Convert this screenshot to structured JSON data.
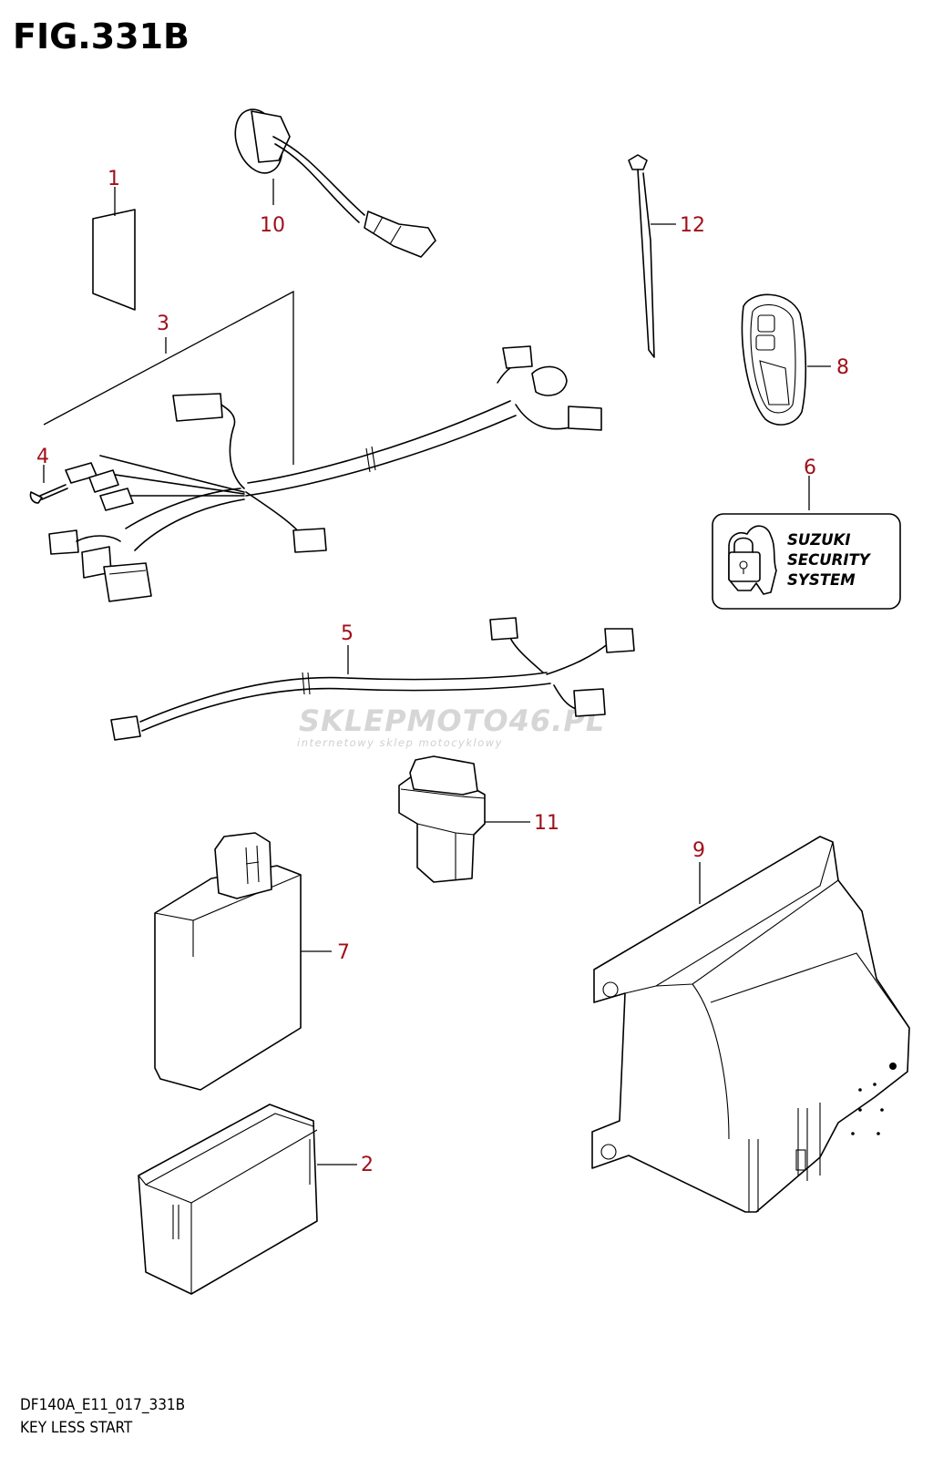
{
  "figure": {
    "title": "FIG.331B"
  },
  "footer": {
    "code": "DF140A_E11_017_331B",
    "name": "KEY LESS START"
  },
  "watermark": {
    "main": "SKLEPMOTO46.PL",
    "sub": "internetowy sklep motocyklowy"
  },
  "security_label": {
    "line1": "SUZUKI",
    "line2": "SECURITY",
    "line3": "SYSTEM"
  },
  "callouts": {
    "c1": "1",
    "c2": "2",
    "c3": "3",
    "c4": "4",
    "c5": "5",
    "c6": "6",
    "c7": "7",
    "c8": "8",
    "c9": "9",
    "c10": "10",
    "c11": "11",
    "c12": "12"
  },
  "colors": {
    "callout": "#a0101a",
    "line": "#000000",
    "watermark": "#d6d6d6"
  }
}
